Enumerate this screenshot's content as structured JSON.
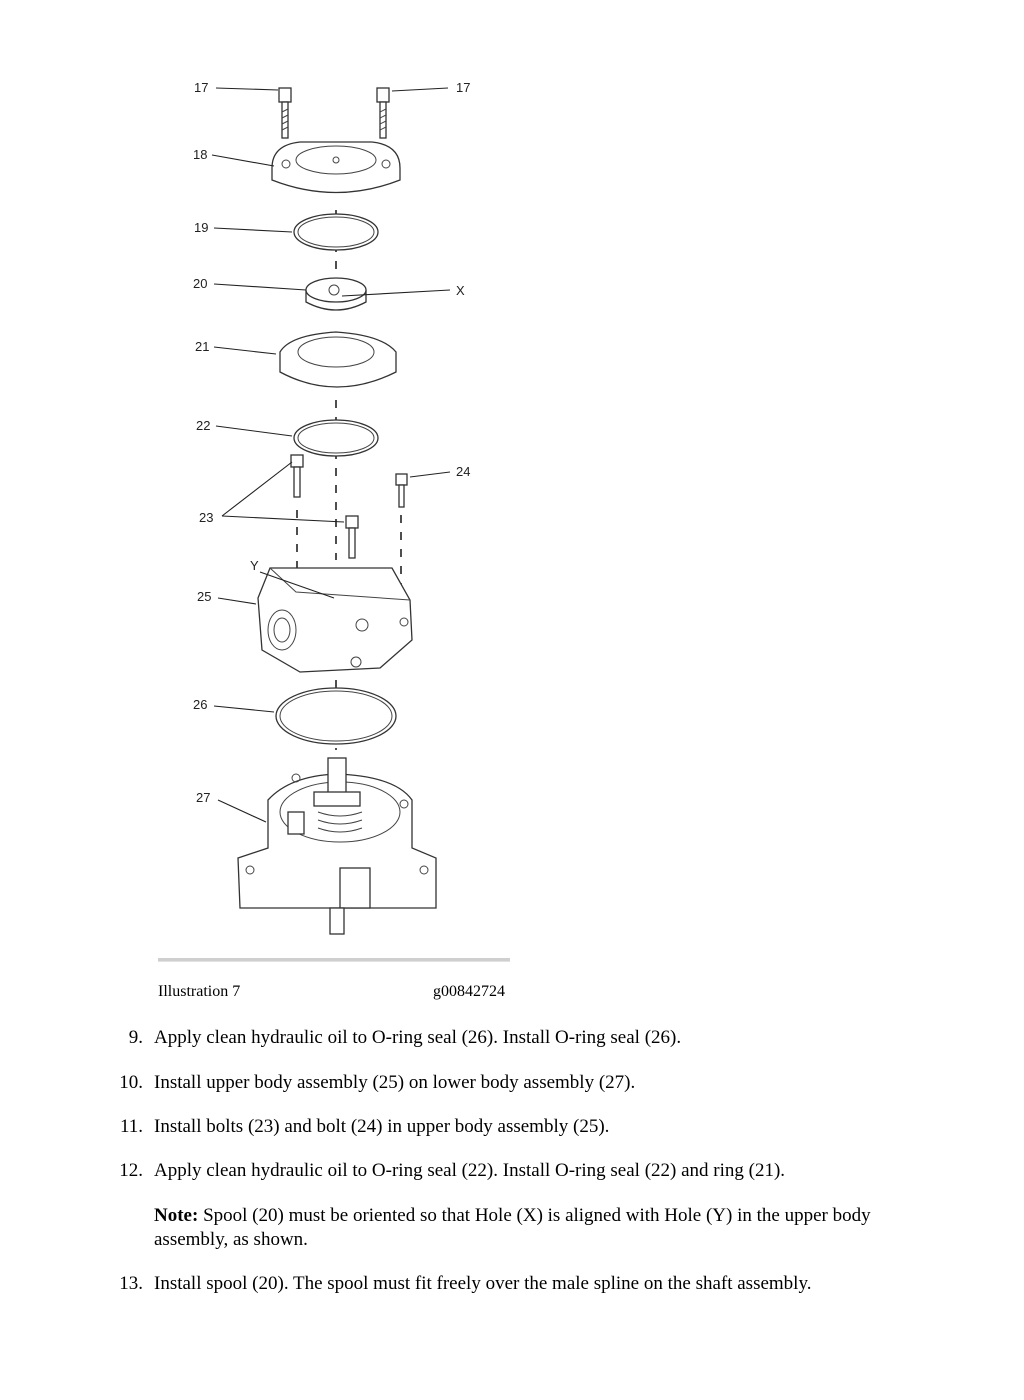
{
  "illustration": {
    "callouts": {
      "c17a": "17",
      "c17b": "17",
      "c18": "18",
      "c19": "19",
      "c20": "20",
      "cX": "X",
      "c21": "21",
      "c22": "22",
      "c24": "24",
      "c23": "23",
      "cY": "Y",
      "c25": "25",
      "c26": "26",
      "c27": "27"
    },
    "caption_label": "Illustration 7",
    "caption_id": "g00842724"
  },
  "steps": [
    {
      "num": "9.",
      "text": "Apply clean hydraulic oil to O-ring seal (26). Install O-ring seal (26)."
    },
    {
      "num": "10.",
      "text": "Install upper body assembly (25) on lower body assembly (27)."
    },
    {
      "num": "11.",
      "text": "Install bolts (23) and bolt (24) in upper body assembly (25)."
    },
    {
      "num": "12.",
      "text": "Apply clean hydraulic oil to O-ring seal (22). Install O-ring seal (22) and ring (21)."
    },
    {
      "num": "13.",
      "text": "Install spool (20). The spool must fit freely over the male spline on the shaft assembly."
    }
  ],
  "note": {
    "label": "Note:",
    "text": " Spool (20) must be oriented so that Hole (X) is aligned with Hole (Y) in the upper body assembly, as shown."
  }
}
